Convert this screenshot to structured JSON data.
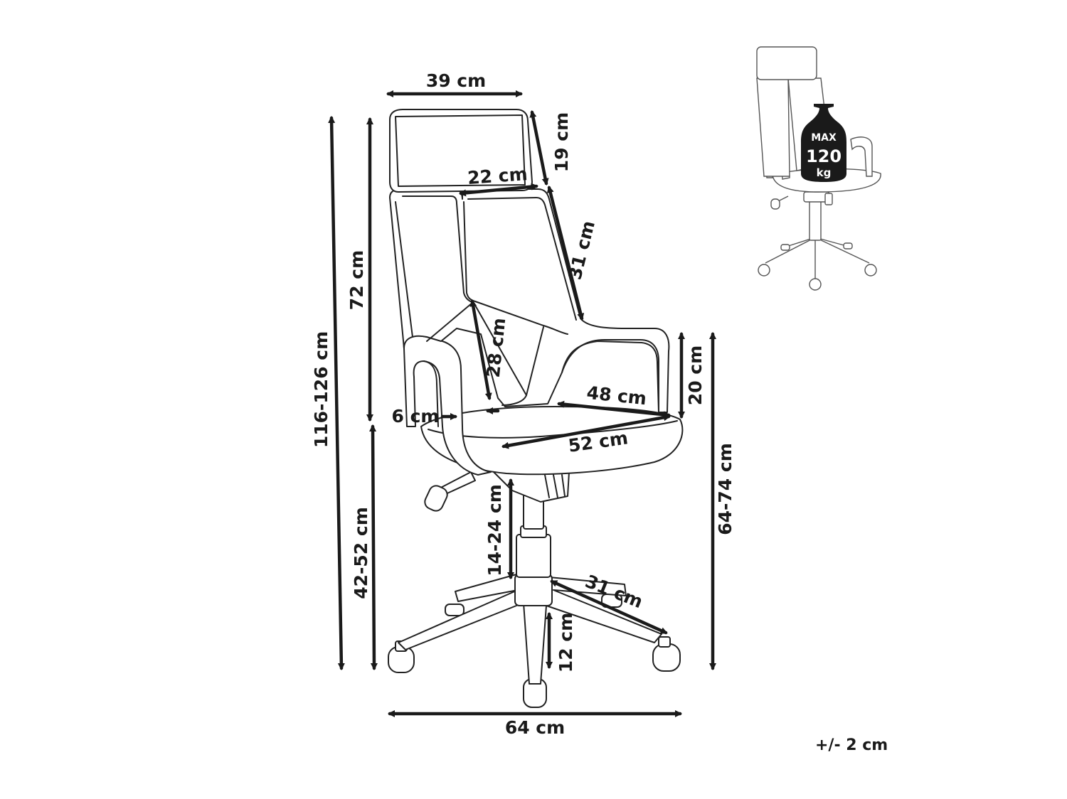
{
  "dimensions": {
    "headrest_width": "39 cm",
    "headrest_height": "19 cm",
    "backrest_top_width": "22 cm",
    "backrest_upper_height": "31 cm",
    "backrest_lower_height": "28 cm",
    "backrest_height": "72 cm",
    "total_height": "116-126 cm",
    "seat_height": "42-52 cm",
    "armrest_above_seat": "20 cm",
    "armrest_height": "64-74 cm",
    "seat_width_inner": "48 cm",
    "seat_width": "52 cm",
    "armrest_width": "6 cm",
    "gas_lift": "14-24 cm",
    "base_leg_length": "31 cm",
    "base_height": "12 cm",
    "base_width": "64 cm"
  },
  "badge": {
    "line1": "MAX",
    "line2": "120",
    "line3": "kg"
  },
  "tolerance": "+/- 2 cm"
}
